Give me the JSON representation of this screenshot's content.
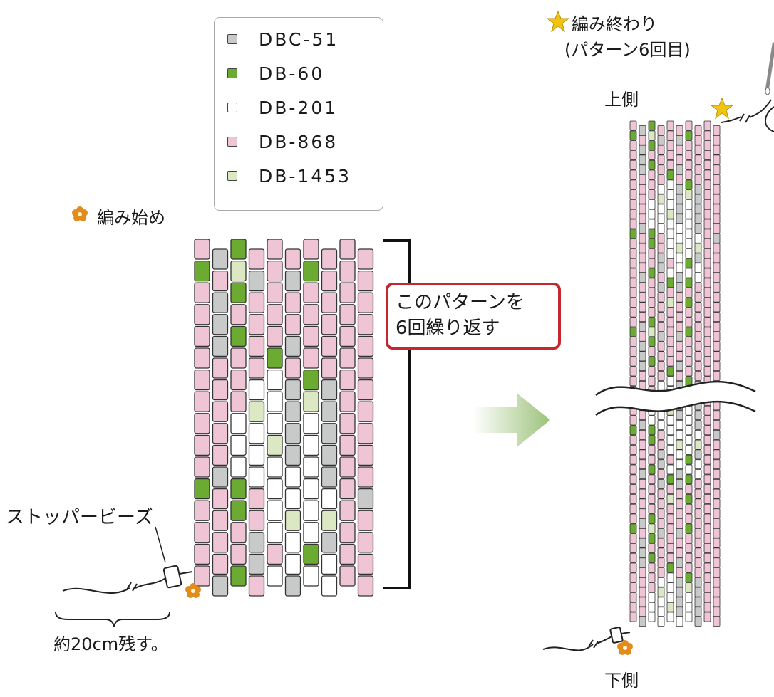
{
  "legend": [
    {
      "code": "DBC-51",
      "color": "#c8c9c9"
    },
    {
      "code": "DB-60",
      "color": "#6cab32"
    },
    {
      "code": "DB-201",
      "color": "#ffffff"
    },
    {
      "code": "DB-868",
      "color": "#efc5d6"
    },
    {
      "code": "DB-1453",
      "color": "#dce8c4"
    }
  ],
  "labels": {
    "start": "編み始め",
    "end_line1": "編み終わり",
    "end_line2": "(パターン6回目)",
    "top_side": "上側",
    "bottom_side": "下側",
    "stopper": "ストッパービーズ",
    "leave": "約20cm残す。",
    "repeat_line1": "このパターンを",
    "repeat_line2": "6回繰り返す"
  },
  "pattern": {
    "columns": 10,
    "grid": [
      "PGGPPPPPPP",
      "GPLGPGGPPP",
      "PGGPPPPPPP",
      "PGPPPPPPPP",
      "PGGPPGPPPP",
      "PPPPGPPPPP",
      "PPPWWGGGPP",
      "PPPLWGLGPP",
      "PPWWWGWGPP",
      "PPWWLGWGPP",
      "PGWWWWWGPP",
      "GPGPWWWWPG",
      "PPGPWLWLPP",
      "PPPGWWWGPP",
      "PPPGPWGWPP",
      "PGGPWGWWPP",
      "PPPGGGGPPP",
      "PPPPPPPPPP",
      "PPPPLPGPPP",
      "PPPPPPPPPP"
    ]
  },
  "colors": {
    "callout_border": "#c5272f",
    "arrow": "#9cc27a",
    "star": "#f1c40f",
    "flower": "#e38b1b"
  },
  "icons": [
    "star-icon",
    "flower-icon",
    "needle-icon",
    "arrow-right-icon"
  ]
}
